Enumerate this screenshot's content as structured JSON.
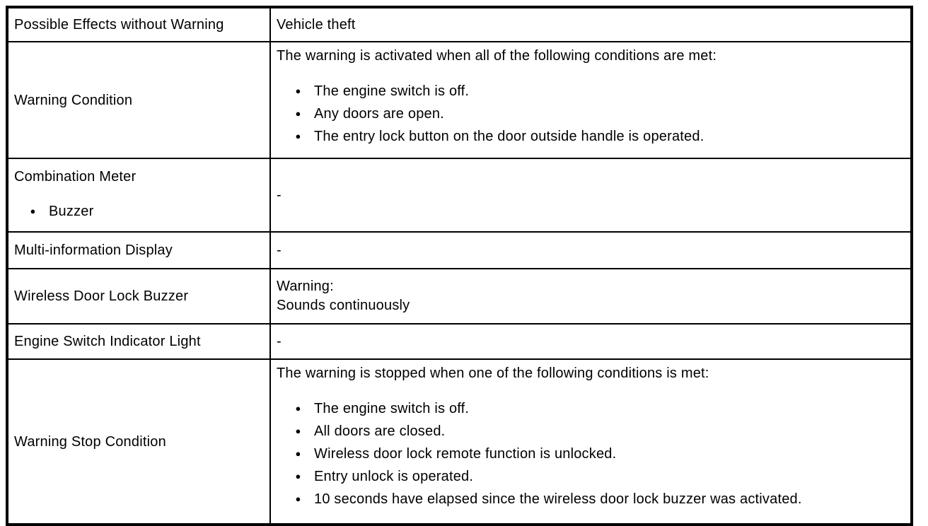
{
  "bullet_glyph": "●",
  "colors": {
    "border": "#000000",
    "background": "#ffffff",
    "text": "#000000"
  },
  "table": {
    "rows": [
      {
        "label": "Possible Effects without Warning",
        "label_bullets": [],
        "value_lines": [
          "Vehicle theft"
        ],
        "value_bullets": []
      },
      {
        "label": "Warning Condition",
        "label_bullets": [],
        "value_lines": [
          "The warning is activated when all of the following conditions are met:"
        ],
        "value_bullets": [
          "The engine switch is off.",
          "Any doors are open.",
          "The entry lock button on the door outside handle is operated."
        ]
      },
      {
        "label": "Combination Meter",
        "label_bullets": [
          "Buzzer"
        ],
        "value_lines": [
          "-"
        ],
        "value_bullets": []
      },
      {
        "label": "Multi-information Display",
        "label_bullets": [],
        "value_lines": [
          "-"
        ],
        "value_bullets": []
      },
      {
        "label": "Wireless Door Lock Buzzer",
        "label_bullets": [],
        "value_lines": [
          "Warning:",
          "Sounds continuously"
        ],
        "value_bullets": []
      },
      {
        "label": "Engine Switch Indicator Light",
        "label_bullets": [],
        "value_lines": [
          "-"
        ],
        "value_bullets": []
      },
      {
        "label": "Warning Stop Condition",
        "label_bullets": [],
        "value_lines": [
          "The warning is stopped when one of the following conditions is met:"
        ],
        "value_bullets": [
          "The engine switch is off.",
          "All doors are closed.",
          "Wireless door lock remote function is unlocked.",
          "Entry unlock is operated.",
          "10 seconds have elapsed since the wireless door lock buzzer was activated."
        ]
      }
    ]
  }
}
